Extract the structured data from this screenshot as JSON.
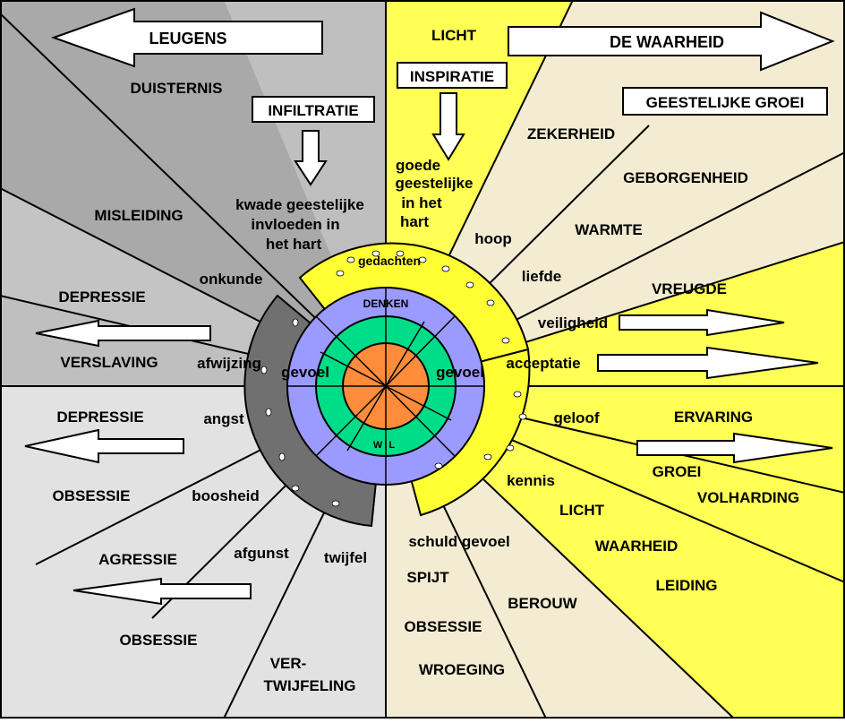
{
  "colors": {
    "topleft_bg": "#bfbfbf",
    "topleft_wedge": "#a8a8a8",
    "bottomleft_bg": "#e2e2e2",
    "bottomright_bg": "#f3ecd2",
    "yellow": "#ffff55",
    "cream": "#f3ecd2",
    "inner_yellow": "#ffff33",
    "inner_gray": "#707070",
    "lavender": "#9b9bff",
    "green": "#00dd88",
    "orange": "#ff8c3a"
  },
  "labels": {
    "leugens": "LEUGENS",
    "duisternis": "DUISTERNIS",
    "infiltratie": "INFILTRATIE",
    "kwade_1": "kwade geestelijke",
    "kwade_2": "invloeden in",
    "kwade_3": "het hart",
    "misleiding": "MISLEIDING",
    "onkunde": "onkunde",
    "depressie_top": "DEPRESSIE",
    "verslaving": "VERSLAVING",
    "afwijzing": "afwijzing",
    "gevoel_left": "gevoel",
    "licht_top": "LICHT",
    "inspiratie": "INSPIRATIE",
    "goede_1": "goede",
    "goede_2": "geestelijke",
    "goede_3": "in het",
    "goede_4": "hart",
    "de_waarheid": "DE WAARHEID",
    "geestelijke_groei": "GEESTELIJKE GROEI",
    "zekerheid": "ZEKERHEID",
    "geborgenheid": "GEBORGENHEID",
    "warmte": "WARMTE",
    "hoop": "hoop",
    "liefde": "liefde",
    "vreugde": "VREUGDE",
    "veiligheid": "veiligheid",
    "acceptatie": "acceptatie",
    "gevoel_right": "gevoel",
    "gedachten": "gedachten",
    "denken": "DENKEN",
    "wil": "WIL",
    "depressie_bottom": "DEPRESSIE",
    "angst": "angst",
    "obsessie_left": "OBSESSIE",
    "boosheid": "boosheid",
    "agressie": "AGRESSIE",
    "afgunst": "afgunst",
    "twijfel": "twijfel",
    "obsessie_bottom": "OBSESSIE",
    "ver": "VER-",
    "twijfeling": "TWIJFELING",
    "schuldgevoel": "schuld gevoel",
    "spijt": "SPIJT",
    "obsessie_mid": "OBSESSIE",
    "wroeging": "WROEGING",
    "berouw": "BEROUW",
    "geloof": "geloof",
    "kennis": "kennis",
    "ervaring": "ERVARING",
    "groei": "GROEI",
    "volharding": "VOLHARDING",
    "licht_bottom": "LICHT",
    "waarheid": "WAARHEID",
    "leiding": "LEIDING"
  }
}
